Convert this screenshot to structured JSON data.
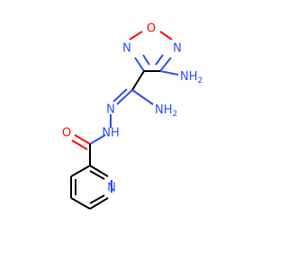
{
  "structure": {
    "atoms": {
      "furazan_o": {
        "text": "O",
        "color": "#ff0d0d"
      },
      "furazan_n_top": {
        "text": "N",
        "color": "#3050f8"
      },
      "furazan_n_left": {
        "text": "N",
        "color": "#3050f8"
      },
      "amino_n": {
        "text": "NH",
        "sub": "2",
        "color": "#3050f8"
      },
      "amidine_nh2": {
        "text": "NH",
        "sub": "2",
        "color": "#3050f8"
      },
      "hydrazone_n": {
        "text": "N",
        "color": "#3050f8"
      },
      "hydrazide_nh": {
        "text": "NH",
        "color": "#3050f8"
      },
      "carbonyl_o": {
        "text": "O",
        "color": "#ff0d0d"
      },
      "pyridine_n": {
        "text": "N",
        "color": "#3050f8"
      }
    }
  }
}
